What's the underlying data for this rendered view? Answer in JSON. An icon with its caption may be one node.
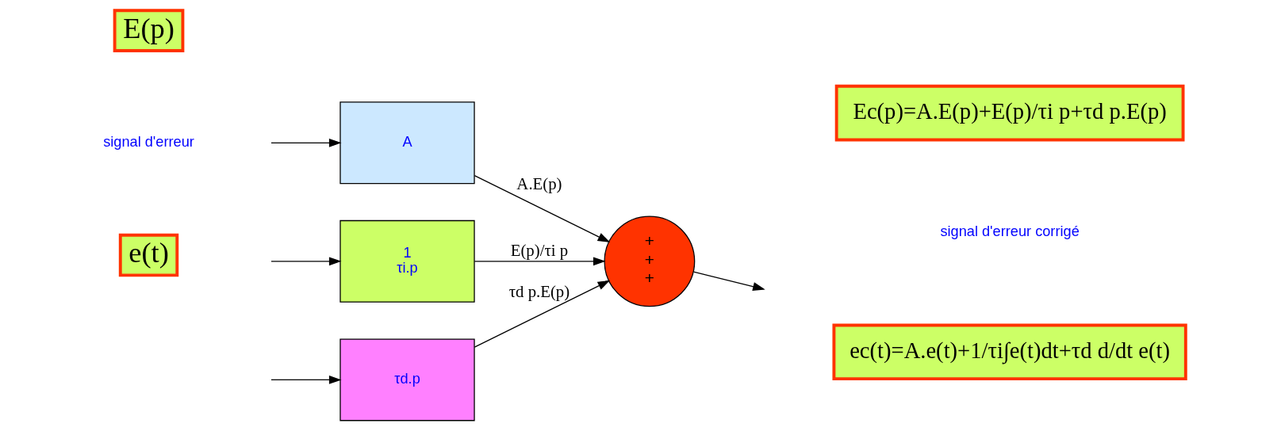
{
  "diagram": {
    "nodes": [
      {
        "text": [
          "E(p)"
        ]
      },
      {
        "text": [
          "e(t)"
        ]
      },
      {
        "text": [
          "A"
        ]
      },
      {
        "text": [
          "1",
          "τi.p"
        ]
      },
      {
        "text": [
          "τd.p"
        ]
      },
      {
        "text": [
          "+",
          "+",
          "+"
        ]
      },
      {
        "text": [
          "Ec(p)=A.E(p)+E(p)/τi p+τd p.E(p)"
        ]
      },
      {
        "text": [
          "ec(t)=A.e(t)+1/τi∫e(t)dt+τd d/dt e(t)"
        ]
      }
    ],
    "edges": [
      {
        "from": null,
        "to": 2,
        "arrow": "to"
      },
      {
        "from": null,
        "to": 3,
        "arrow": "to"
      },
      {
        "from": null,
        "to": 4,
        "arrow": "to"
      },
      {
        "from": 2,
        "to": 5,
        "arrow": "to",
        "label": "A.E(p)"
      },
      {
        "from": 3,
        "to": 5,
        "arrow": "to",
        "label": "E(p)/τi p"
      },
      {
        "from": 4,
        "to": 5,
        "arrow": "to",
        "label": "τd p.E(p)"
      },
      {
        "from": 5,
        "to": null,
        "arrow": "to"
      }
    ],
    "labels": [
      "signal d'erreur",
      "signal d'erreur corrigé"
    ]
  }
}
